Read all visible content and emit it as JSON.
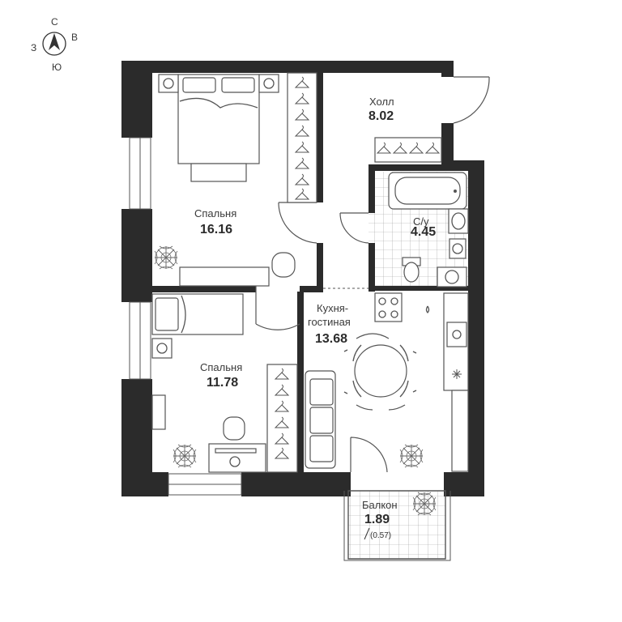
{
  "compass": {
    "north": "С",
    "east": "В",
    "south": "Ю",
    "west": "З"
  },
  "rooms": [
    {
      "id": "hall",
      "name": "Холл",
      "area": "8.02"
    },
    {
      "id": "bedroom1",
      "name": "Спальня",
      "area": "16.16"
    },
    {
      "id": "bathroom",
      "name": "С/у",
      "area": "4.45"
    },
    {
      "id": "kitchen",
      "name_line1": "Кухня-",
      "name_line2": "гостиная",
      "area": "13.68"
    },
    {
      "id": "bedroom2",
      "name": "Спальня",
      "area": "11.78"
    },
    {
      "id": "balcony",
      "name": "Балкон",
      "area": "1.89",
      "reduced_area": "(0.57)"
    }
  ],
  "colors": {
    "wall": "#2b2b2b",
    "line": "#555555",
    "background": "#ffffff"
  }
}
